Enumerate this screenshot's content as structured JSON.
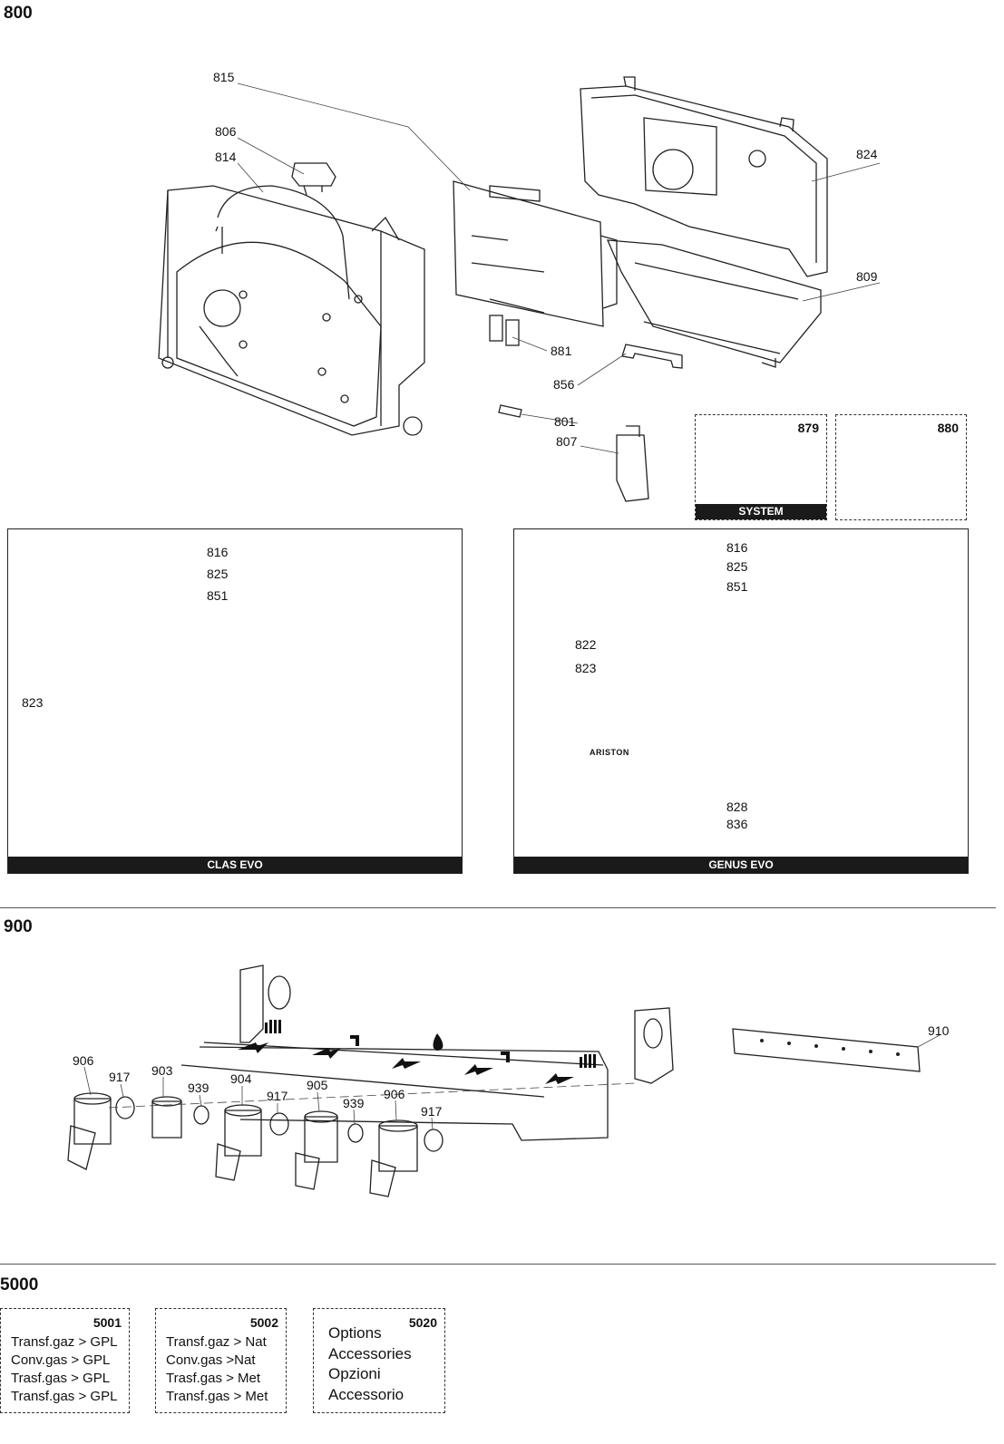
{
  "section_800": {
    "title": "800",
    "callouts": {
      "c815": "815",
      "c806": "806",
      "c814": "814",
      "c824": "824",
      "c809": "809",
      "c881": "881",
      "c856": "856",
      "c801": "801",
      "c807": "807"
    },
    "box_879": {
      "code": "879",
      "label": "SYSTEM"
    },
    "box_880": {
      "code": "880"
    },
    "clas_evo": {
      "label": "CLAS EVO",
      "callouts": {
        "c816": "816",
        "c825": "825",
        "c851": "851",
        "c823": "823"
      }
    },
    "genus_evo": {
      "label": "GENUS EVO",
      "brand": "ARISTON",
      "callouts": {
        "c816": "816",
        "c825": "825",
        "c851": "851",
        "c822": "822",
        "c823": "823",
        "c828": "828",
        "c836": "836"
      }
    }
  },
  "section_900": {
    "title": "900",
    "callouts": {
      "c906a": "906",
      "c917a": "917",
      "c903": "903",
      "c939a": "939",
      "c904": "904",
      "c917b": "917",
      "c905": "905",
      "c939b": "939",
      "c906b": "906",
      "c917c": "917",
      "c910": "910"
    }
  },
  "section_5000": {
    "title": "5000",
    "kits": [
      {
        "code": "5001",
        "lines": [
          "Transf.gaz > GPL",
          "Conv.gas > GPL",
          "Trasf.gas > GPL",
          "Transf.gas > GPL"
        ]
      },
      {
        "code": "5002",
        "lines": [
          "Transf.gaz >  Nat",
          "Conv.gas >Nat",
          "Trasf.gas > Met",
          "Transf.gas > Met"
        ]
      },
      {
        "code": "5020",
        "lines": [
          "Options",
          "Accessories",
          "Opzioni",
          "Accessorio"
        ]
      }
    ]
  }
}
